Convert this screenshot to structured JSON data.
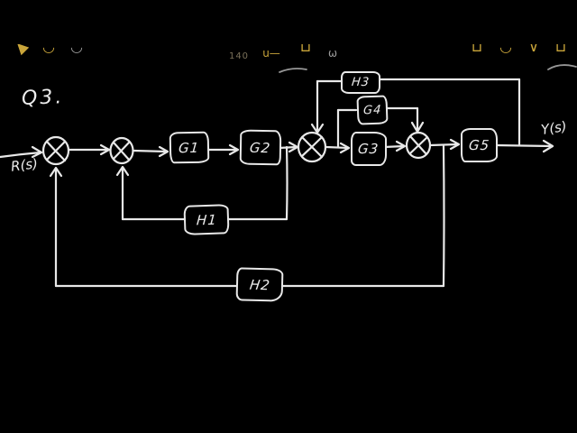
{
  "app": {
    "background": "#000000",
    "ink_color": "#e8e8e8",
    "toolbar_accent": "#c9a53a",
    "toolbar_gray": "#9c9c9c"
  },
  "toolbar": {
    "icons": [
      {
        "name": "pointer-tool-icon",
        "glyph": "▲",
        "color": "#c9a53a"
      },
      {
        "name": "undo-arc-icon",
        "glyph": "◡",
        "color": "#c9a53a"
      },
      {
        "name": "redo-arc-icon",
        "glyph": "◡",
        "color": "#9c9c9c"
      },
      {
        "name": "zoom-level-text",
        "glyph": "140",
        "color": "#7a715a"
      },
      {
        "name": "underline-tool-icon",
        "glyph": "u—",
        "color": "#c9a53a"
      },
      {
        "name": "shape-tool-icon",
        "glyph": "⊔",
        "color": "#c9a53a"
      },
      {
        "name": "emoji-tool-icon",
        "glyph": "ω",
        "color": "#a9944d"
      },
      {
        "name": "frame-tool-icon",
        "glyph": "⊔",
        "color": "#c9a53a"
      },
      {
        "name": "sticker-tool-icon",
        "glyph": "◡",
        "color": "#c9a53a"
      },
      {
        "name": "chevron-tool-icon",
        "glyph": "∨",
        "color": "#c9a53a"
      },
      {
        "name": "panel-tool-icon",
        "glyph": "⊔",
        "color": "#c9a53a"
      }
    ]
  },
  "diagram": {
    "question_label": "Q3.",
    "input_label": "R(s)",
    "output_label": "Y(s)",
    "blocks": {
      "g1": {
        "label": "G1"
      },
      "g2": {
        "label": "G2"
      },
      "g3": {
        "label": "G3"
      },
      "g4": {
        "label": "G4"
      },
      "g5": {
        "label": "G5"
      },
      "h1": {
        "label": "H1"
      },
      "h2": {
        "label": "H2"
      },
      "h3": {
        "label": "H3"
      }
    },
    "summing_junctions": [
      {
        "id": "sum1",
        "symbol": "X"
      },
      {
        "id": "sum2",
        "symbol": "X"
      },
      {
        "id": "sum3",
        "symbol": "X"
      },
      {
        "id": "sum4",
        "symbol": "X"
      }
    ]
  }
}
